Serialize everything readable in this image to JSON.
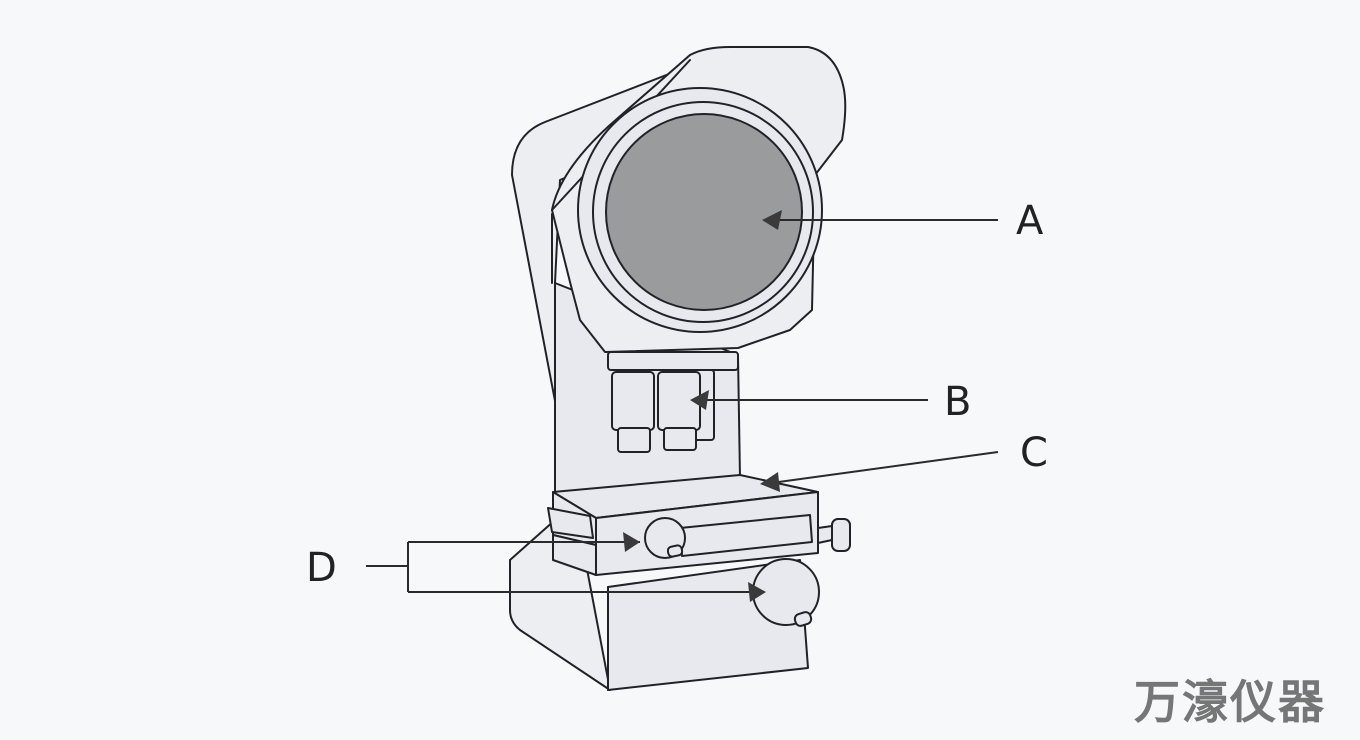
{
  "diagram": {
    "callouts": [
      {
        "id": "A",
        "label": "A"
      },
      {
        "id": "B",
        "label": "B"
      },
      {
        "id": "C",
        "label": "C"
      },
      {
        "id": "D",
        "label": "D"
      }
    ]
  },
  "watermark": {
    "text": "万濠仪器"
  },
  "colors": {
    "background": "#f7f8fa",
    "body_fill": "#eceef2",
    "outline": "#1f2328",
    "screen": "#9a9b9d"
  }
}
